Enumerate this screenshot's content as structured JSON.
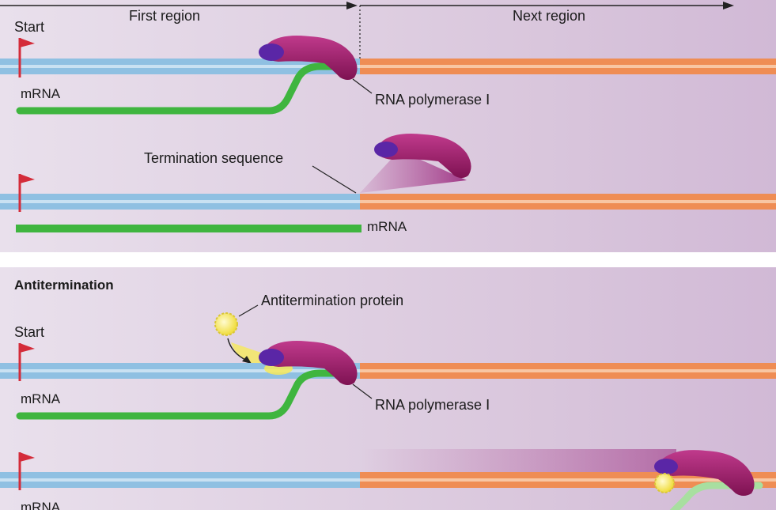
{
  "top": {
    "first_region": "First region",
    "next_region": "Next region",
    "start": "Start",
    "mrna_1": "mRNA",
    "polymerase_1": "RNA polymerase Ⅰ",
    "termination_sequence": "Termination sequence",
    "mrna_2": "mRNA"
  },
  "bottom": {
    "title": "Antitermination",
    "antitermination_protein": "Antitermination protein",
    "start": "Start",
    "mrna_1": "mRNA",
    "polymerase": "RNA polymerase Ⅰ",
    "mrna_2": "mRNA"
  },
  "colors": {
    "dna_first": "#8fc0e2",
    "dna_next": "#ef8d54",
    "mrna": "#3fb53f",
    "polymerase": "#a3206f",
    "polymerase_cap": "#5a26a6",
    "protein": "#f6e85b",
    "flag": "#d42c3a"
  }
}
